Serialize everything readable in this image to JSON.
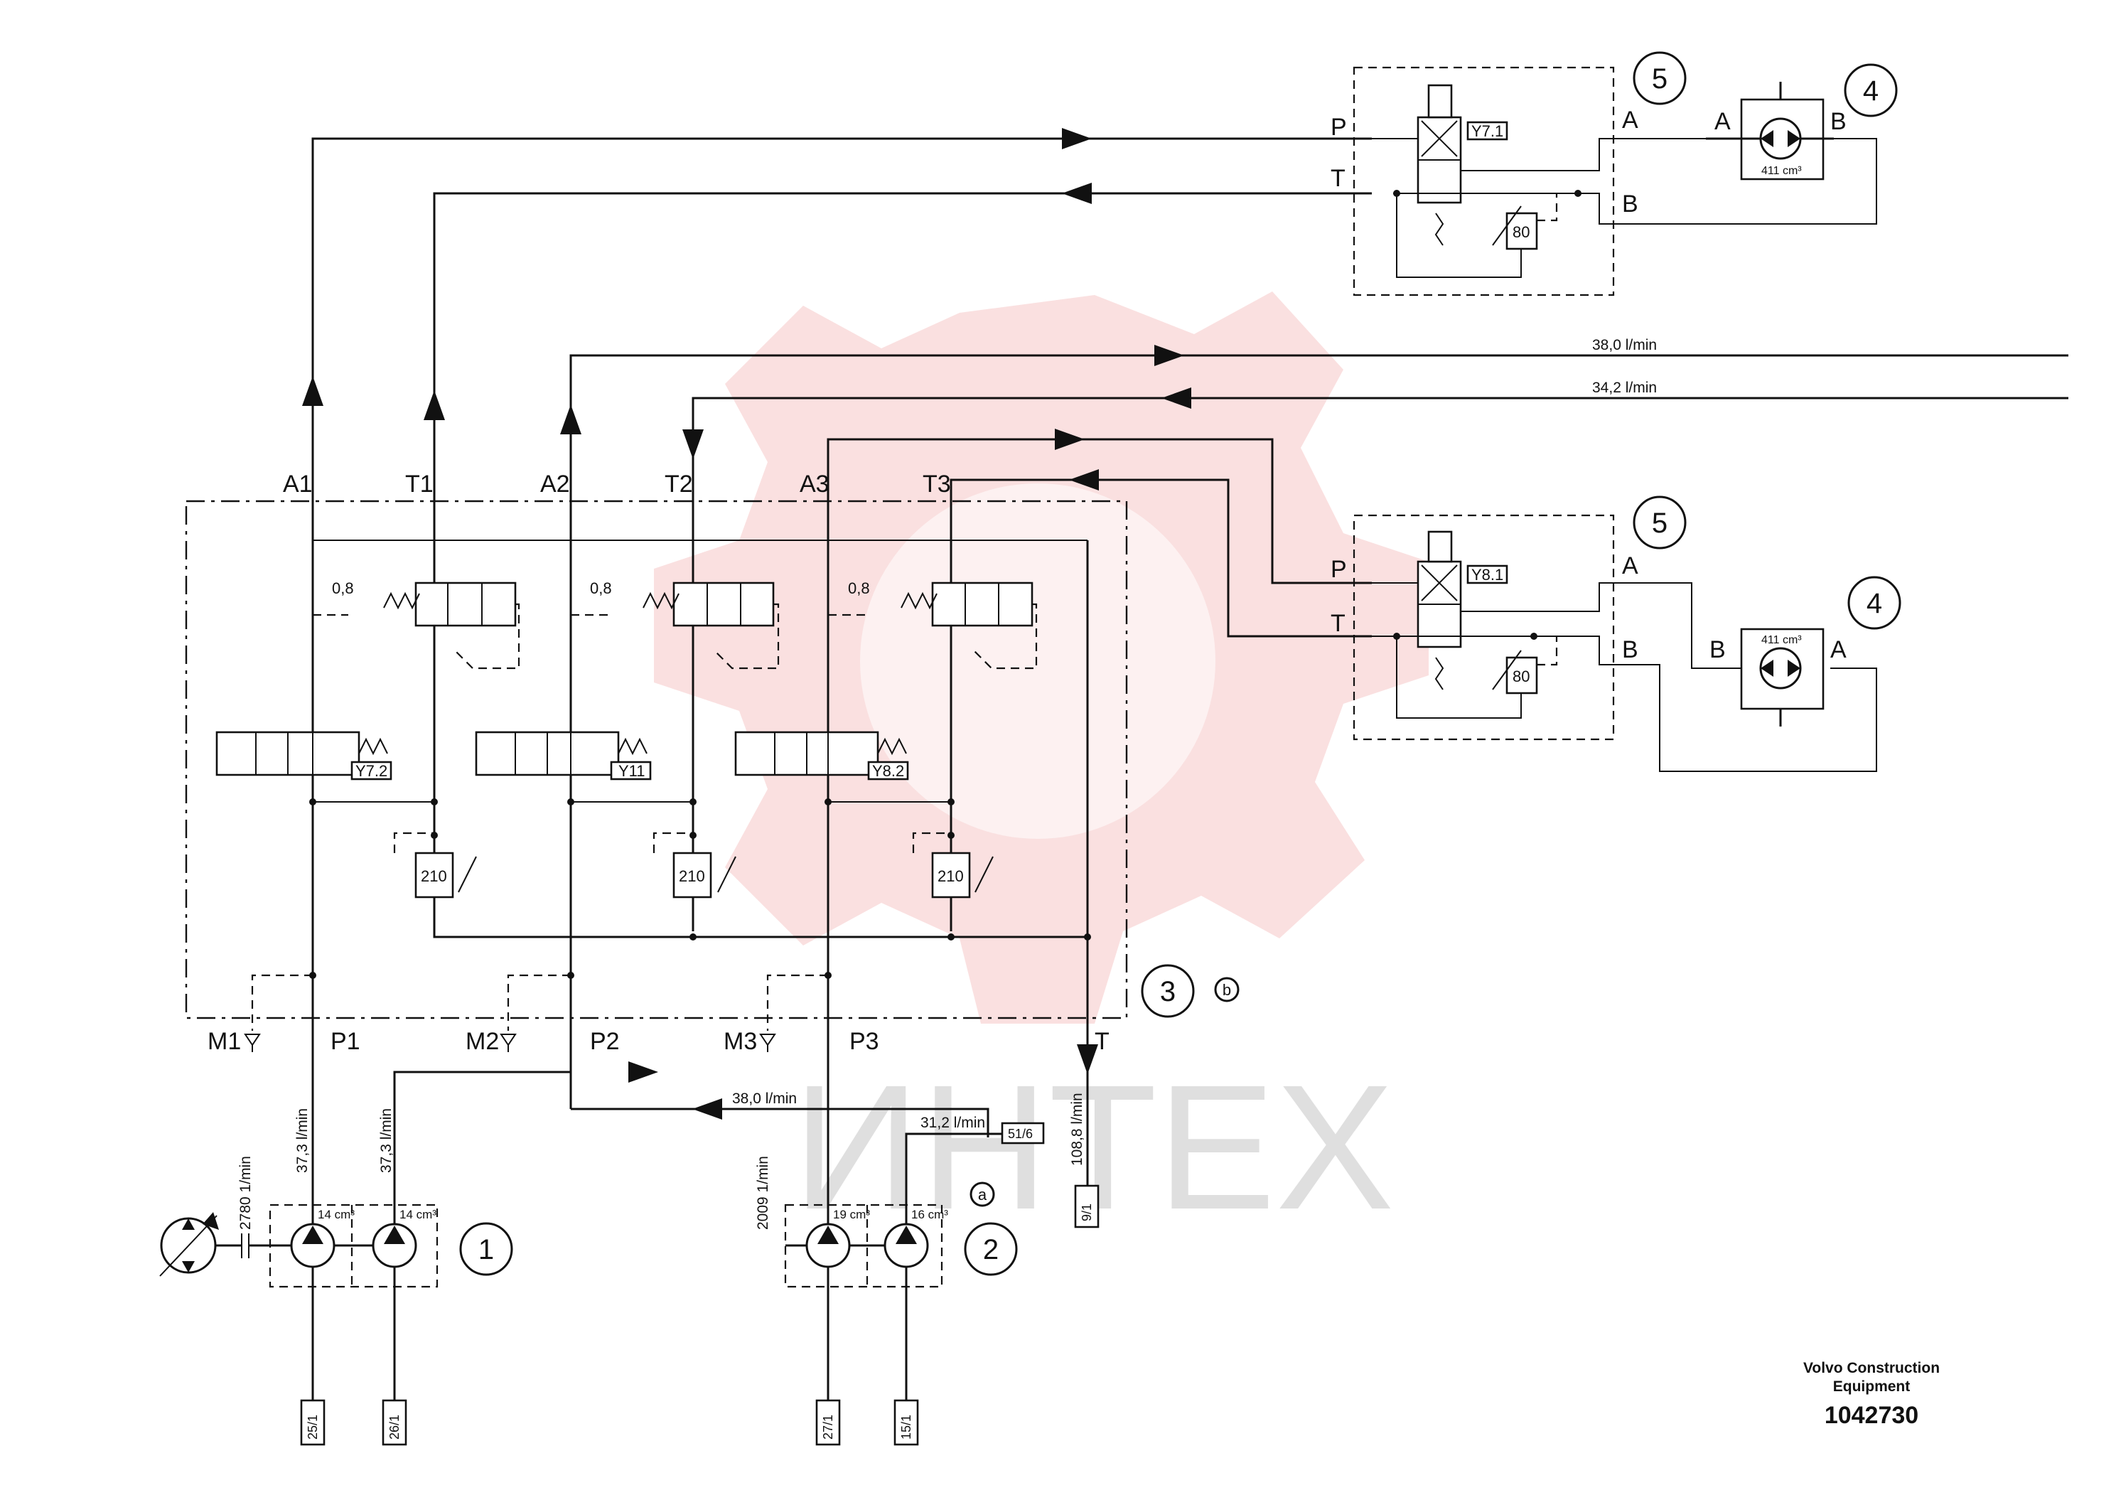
{
  "watermark": {
    "text": "ИНТЕХ",
    "color": "#f0a0a0",
    "text_color": "#d8d8d8"
  },
  "colors": {
    "line": "#111111",
    "background": "#ffffff"
  },
  "manufacturer": {
    "line1": "Volvo Construction",
    "line2": "Equipment",
    "part_number": "1042730"
  },
  "components": {
    "pump1": "1",
    "pump2": "2",
    "valve_block": "3",
    "valve_block_note": "b",
    "pump2_note": "a",
    "unit_upper": "5",
    "unit_lower": "5",
    "motor_upper": "4",
    "motor_lower": "4"
  },
  "valve_block_ports": {
    "a1": "A1",
    "t1": "T1",
    "a2": "A2",
    "t2": "T2",
    "a3": "A3",
    "t3": "T3",
    "m1": "M1",
    "p1": "P1",
    "m2": "M2",
    "p2": "P2",
    "m3": "M3",
    "p3": "P3",
    "t": "T"
  },
  "valve_labels": {
    "y72": "Y7.2",
    "y11": "Y11",
    "y82": "Y8.2",
    "y71": "Y7.1",
    "y81": "Y8.1"
  },
  "orifice": {
    "value": "0,8"
  },
  "relief": {
    "main": "210",
    "unit": "80"
  },
  "unit_ports": {
    "p": "P",
    "t": "T",
    "a": "A",
    "b": "B"
  },
  "motor": {
    "displacement": "411 cm³"
  },
  "pump_displacements": {
    "p1a": "14 cm³",
    "p1b": "14 cm³",
    "p2a": "19 cm³",
    "p2b": "16 cm³"
  },
  "speeds": {
    "engine1": "2780 1/min",
    "engine2": "2009 1/min"
  },
  "flows": {
    "f1": "37,3 l/min",
    "f2": "37,3 l/min",
    "f3": "38,0 l/min",
    "f4": "31,2 l/min",
    "f5": "108,8 l/min",
    "f6": "38,0 l/min",
    "f7": "34,2 l/min"
  },
  "references": {
    "r1": "25/1",
    "r2": "26/1",
    "r3": "27/1",
    "r4": "15/1",
    "r5": "51/6",
    "r6": "9/1"
  }
}
